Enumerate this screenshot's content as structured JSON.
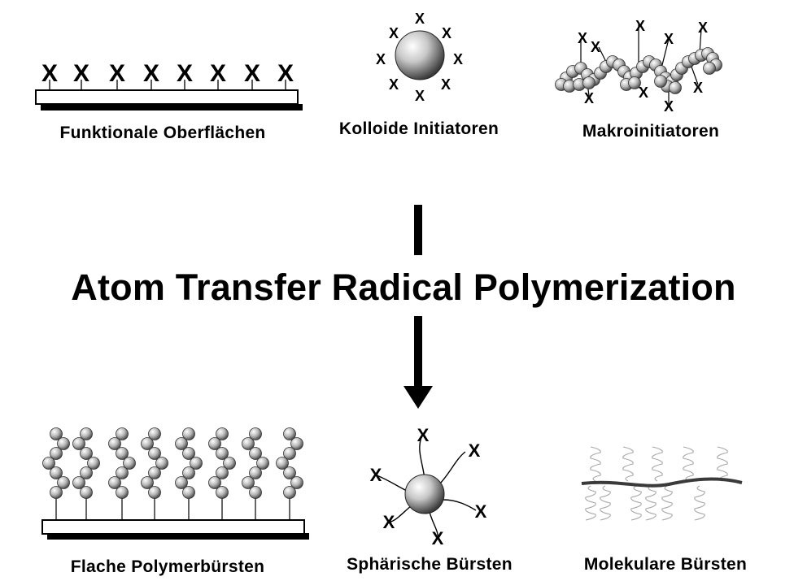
{
  "top": {
    "surface_label": "Funktionale Oberflächen",
    "colloid_label": "Kolloide Initiatoren",
    "macro_label": "Makroinitiatoren"
  },
  "process": {
    "title": "Atom Transfer Radical Polymerization"
  },
  "bottom": {
    "flat_label": "Flache Polymerbürsten",
    "spherical_label": "Sphärische Bürsten",
    "molecular_label": "Molekulare Bürsten"
  },
  "initiator_symbol": "X",
  "colors": {
    "ink": "#000000",
    "sphere_light": "#ffffff",
    "sphere_dark": "#555555",
    "brush_gray": "#aaaaaa"
  }
}
